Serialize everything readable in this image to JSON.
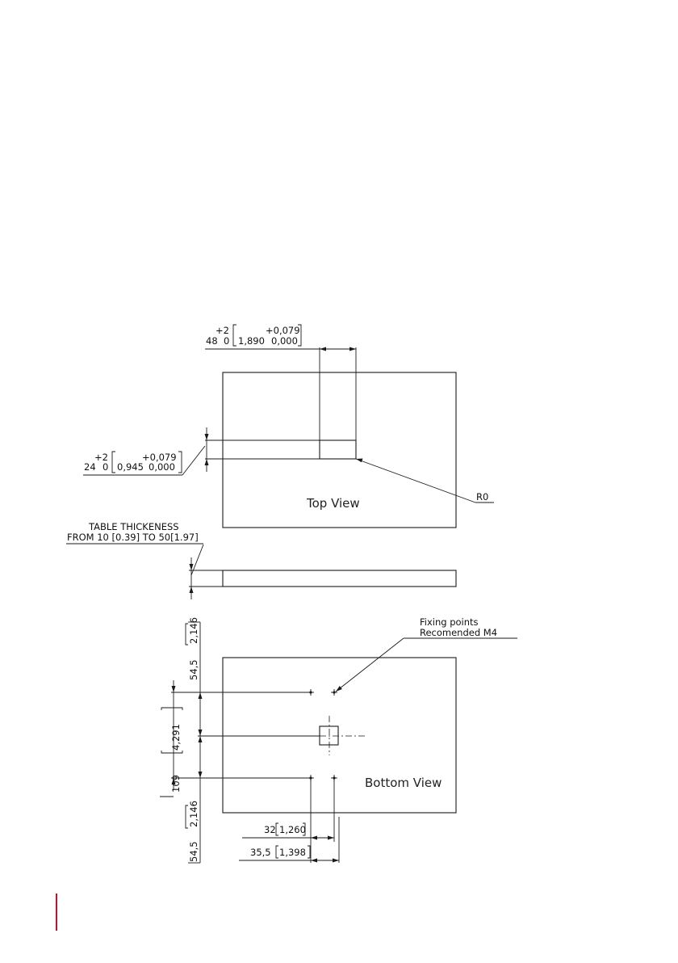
{
  "top_width_dim": {
    "tol_plus": "+2",
    "nominal": "48",
    "tol_minus": "0",
    "inch_nominal": "1,890",
    "inch_plus": "+0,079",
    "inch_minus": "0,000"
  },
  "top_height_dim": {
    "tol_plus": "+2",
    "nominal": "24",
    "tol_minus": "0",
    "inch_nominal": "0,945",
    "inch_plus": "+0,079",
    "inch_minus": "0,000"
  },
  "radius_label": "R0",
  "top_view_label": "Top View",
  "thickness_note": {
    "line1": "TABLE THICKENESS",
    "line2": "FROM 10 [0.39] TO 50[1.97]"
  },
  "fixing_note": {
    "line1": "Fixing points",
    "line2": "Recomended M4"
  },
  "bottom_view_label": "Bottom View",
  "dims": {
    "d_top_vertical": "54,5",
    "d_top_vertical_in": "2,146",
    "d_middle": "109",
    "d_middle_in": "4,291",
    "d_bottom_vertical": "54,5",
    "d_bottom_vertical_in": "2,146",
    "d_h1": "32",
    "d_h1_in": "1,260",
    "d_h2": "35,5",
    "d_h2_in": "1,398"
  },
  "colors": {
    "line": "#1a1a1a",
    "accent": "#c8102e"
  }
}
